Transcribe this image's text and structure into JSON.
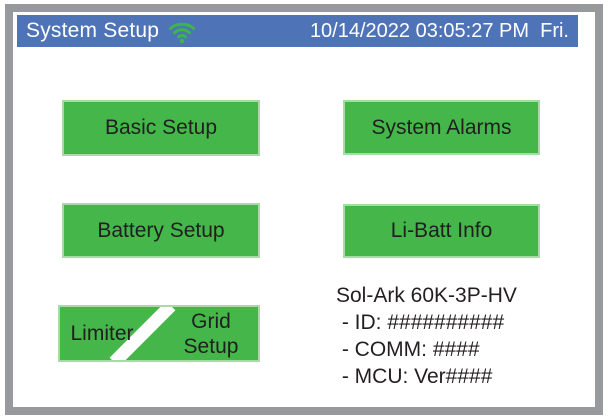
{
  "header": {
    "title": "System Setup",
    "datetime": "10/14/2022 03:05:27 PM  Fri."
  },
  "buttons": {
    "basic_setup": "Basic Setup",
    "system_alarms": "System Alarms",
    "battery_setup": "Battery Setup",
    "li_batt_info": "Li-Batt Info",
    "limiter": "Limiter",
    "grid_setup": "Grid Setup"
  },
  "device_info": {
    "model": "Sol-Ark 60K-3P-HV",
    "lines": [
      " - ID: ##########",
      " - COMM: ####",
      " - MCU: Ver####"
    ]
  },
  "colors": {
    "header_blue": "#4e73b7",
    "button_green": "#45b649",
    "frame_gray": "#97999c",
    "wifi_green": "#3cb54a"
  }
}
